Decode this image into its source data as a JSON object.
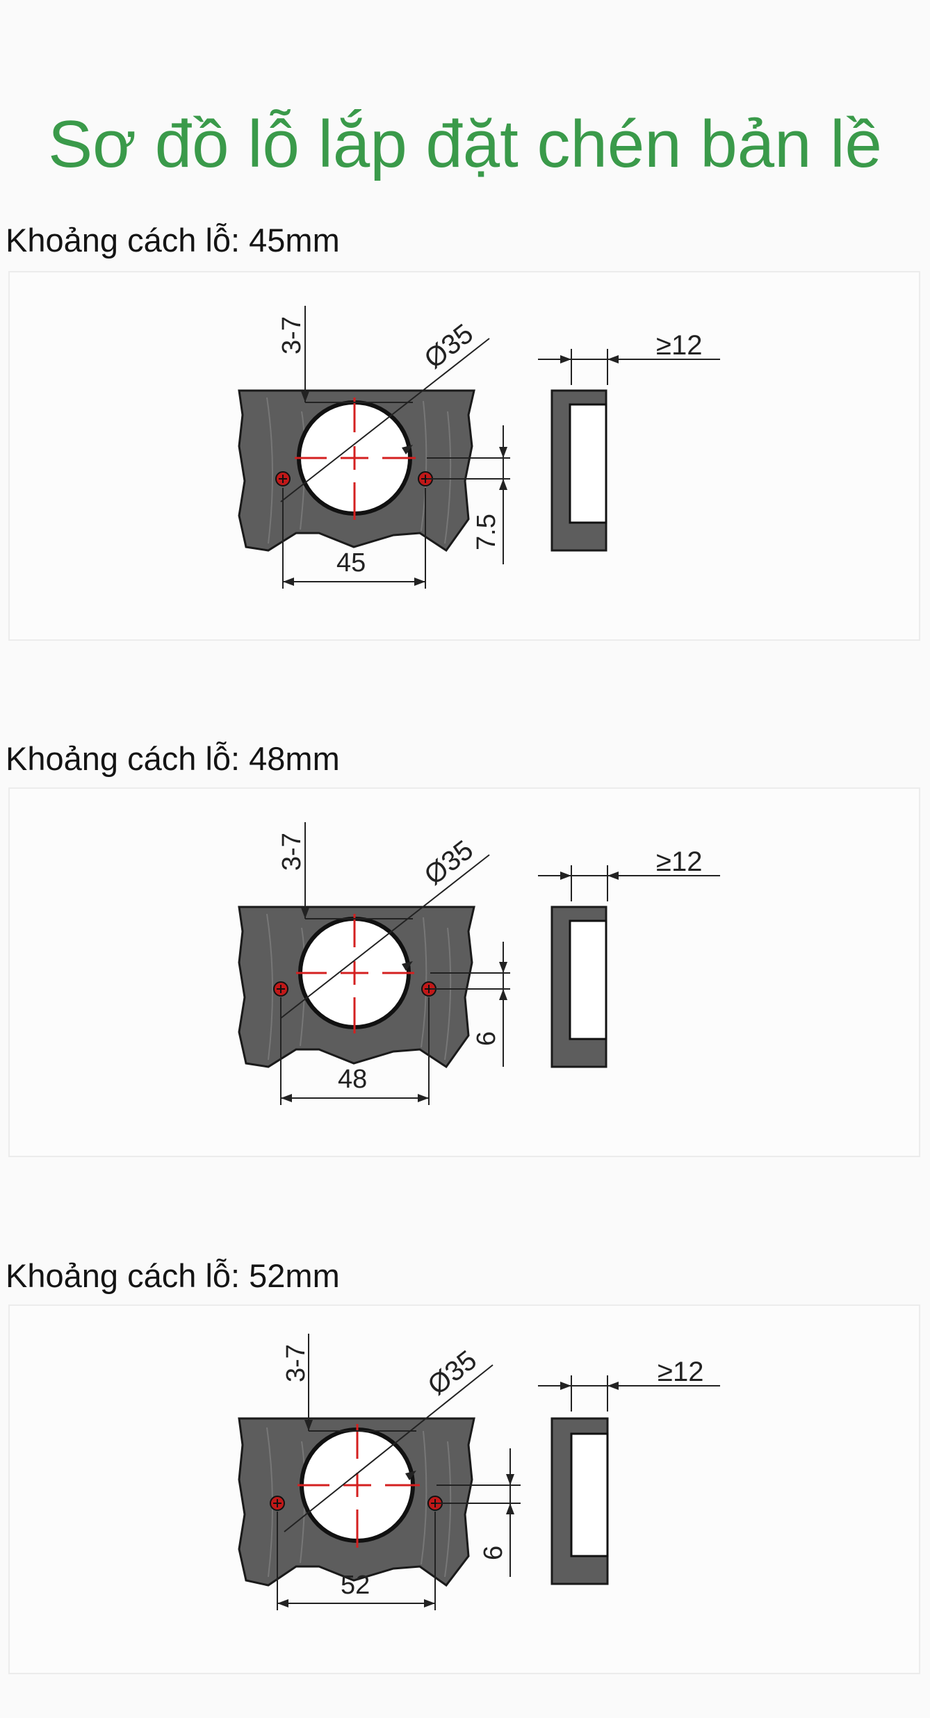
{
  "title": "Sơ đồ lỗ lắp đặt chén bản lề",
  "colors": {
    "title": "#3a9a4a",
    "wood": "#5d5d5d",
    "center_line": "#d42020",
    "screw_hole": "#c01818"
  },
  "diagrams": [
    {
      "label": "Khoảng cách lỗ: 45mm",
      "edge_distance": "3-7",
      "cup_diameter": "Ø35",
      "min_thickness": "≥12",
      "hole_spacing": "45",
      "hole_offset": "7.5"
    },
    {
      "label": "Khoảng cách lỗ: 48mm",
      "edge_distance": "3-7",
      "cup_diameter": "Ø35",
      "min_thickness": "≥12",
      "hole_spacing": "48",
      "hole_offset": "6"
    },
    {
      "label": "Khoảng cách lỗ: 52mm",
      "edge_distance": "3-7",
      "cup_diameter": "Ø35",
      "min_thickness": "≥12",
      "hole_spacing": "52",
      "hole_offset": "6"
    }
  ]
}
